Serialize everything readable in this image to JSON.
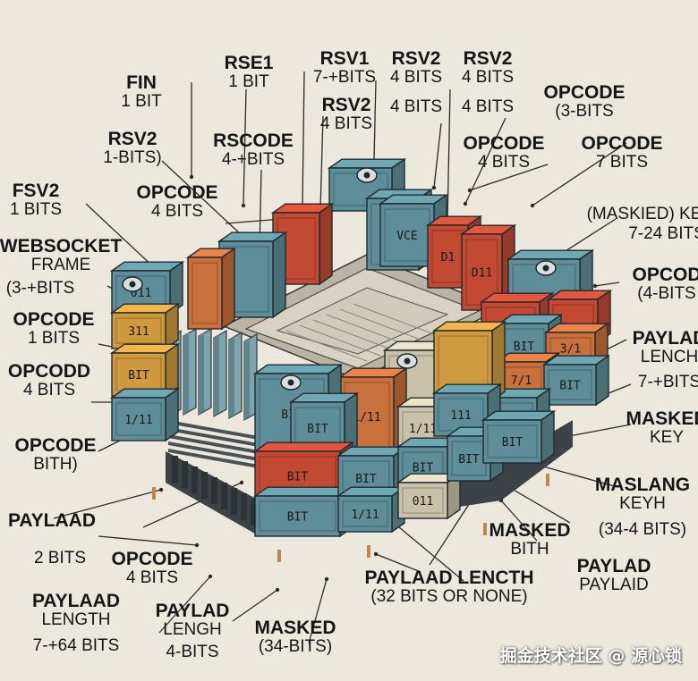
{
  "labels": [
    {
      "l1": "FIN",
      "l2": "1 BIT"
    },
    {
      "l1": "RSV2",
      "l2": "1-BITS)"
    },
    {
      "l1": "FSV2",
      "l2": "1 BITS"
    },
    {
      "l1": "WEBSOCKET",
      "l2": "FRAME"
    },
    {
      "l1": "",
      "l2": "(3-+BITS"
    },
    {
      "l1": "OPCODE",
      "l2": "1 BITS"
    },
    {
      "l1": "OPCODD",
      "l2": "4 BITS"
    },
    {
      "l1": "OPCODE",
      "l2": "BITH)"
    },
    {
      "l1": "PAYLAAD",
      "l2": ""
    },
    {
      "l1": "",
      "l2": "2 BITS"
    },
    {
      "l1": "OPCODE",
      "l2": "4 BITS"
    },
    {
      "l1": "PAYLAAD",
      "l2": "LENGTH"
    },
    {
      "l1": "",
      "l2": "7-+64 BITS"
    },
    {
      "l1": "PAYLAD",
      "l2": "LENGH"
    },
    {
      "l1": "",
      "l2": "4-BITS"
    },
    {
      "l1": "MASKED",
      "l2": "(34-BITS)"
    },
    {
      "l1": "RSE1",
      "l2": "1 BIT"
    },
    {
      "l1": "RSCODE",
      "l2": "4-+BITS"
    },
    {
      "l1": "OPCODE",
      "l2": "4 BITS"
    },
    {
      "l1": "RSV1",
      "l2": "7-+BITS"
    },
    {
      "l1": "RSV2",
      "l2": "4 BITS"
    },
    {
      "l1": "RSV2",
      "l2": "4 BITS"
    },
    {
      "l1": "",
      "l2": "4 BITS"
    },
    {
      "l1": "RSV2",
      "l2": "4 BITS"
    },
    {
      "l1": "",
      "l2": "4 BITS"
    },
    {
      "l1": "OPCODE",
      "l2": "(3-BITS"
    },
    {
      "l1": "OPCODE",
      "l2": "4 BITS"
    },
    {
      "l1": "OPCODE",
      "l2": "7 BITS"
    },
    {
      "l1": "",
      "l2": "(MASKIED) KE"
    },
    {
      "l1": "",
      "l2": "7-24 BITS"
    },
    {
      "l1": "OPCOD",
      "l2": "(4-BITS"
    },
    {
      "l1": "PAYLAD",
      "l2": "LENCH"
    },
    {
      "l1": "",
      "l2": "7-+BITS"
    },
    {
      "l1": "MASKED",
      "l2": "KEY"
    },
    {
      "l1": "MASLANG",
      "l2": "KEYH"
    },
    {
      "l1": "",
      "l2": "(34-4 BITS)"
    },
    {
      "l1": "MASKED",
      "l2": "BITH"
    },
    {
      "l1": "PAYLAD",
      "l2": "PAYLAID"
    },
    {
      "l1": "PAYLAAD LENCTH",
      "l2": "(32 BITS OR NONE)"
    }
  ],
  "block_text": [
    "011",
    "BIT",
    "VCE",
    "D1",
    "D11",
    "311",
    "BIT",
    "1/11",
    "BIT",
    "3/1",
    "7/1",
    "BIT",
    "BIS",
    "1/11",
    "BIT",
    "1/11",
    "111",
    "BIT",
    "BIT",
    "BIT",
    "1/11",
    "BIT",
    "011",
    "BIT",
    "BIT"
  ],
  "watermark": "掘金技术社区 @ 源心锁",
  "colors": {
    "background": "#ece8dd",
    "teal": "#5e8e99",
    "orange": "#c9703c",
    "red": "#c24a34",
    "beige": "#c9c2ab",
    "gold": "#cf9a3f"
  }
}
